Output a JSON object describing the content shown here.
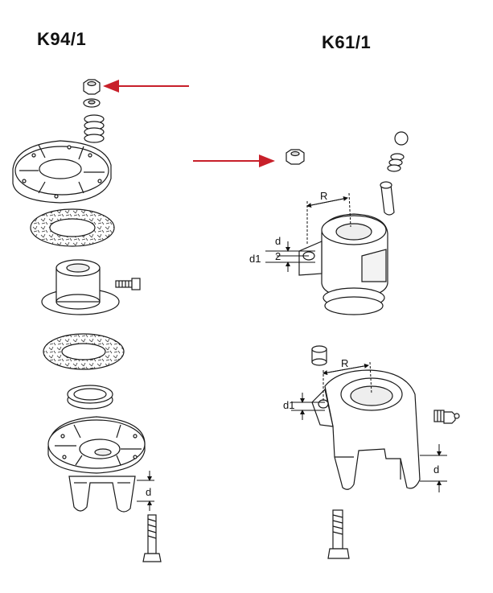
{
  "titles": {
    "left": "K94/1",
    "right": "K61/1"
  },
  "colors": {
    "arrow": "#c8202a",
    "line": "#1a1a1a"
  },
  "labels": {
    "d_left": "d",
    "R_top": "R",
    "d_top": "d",
    "d2_top": "2",
    "d1_top": "d1",
    "R_bottom": "R",
    "d1_bottom": "d1",
    "d_bottom": "d"
  }
}
